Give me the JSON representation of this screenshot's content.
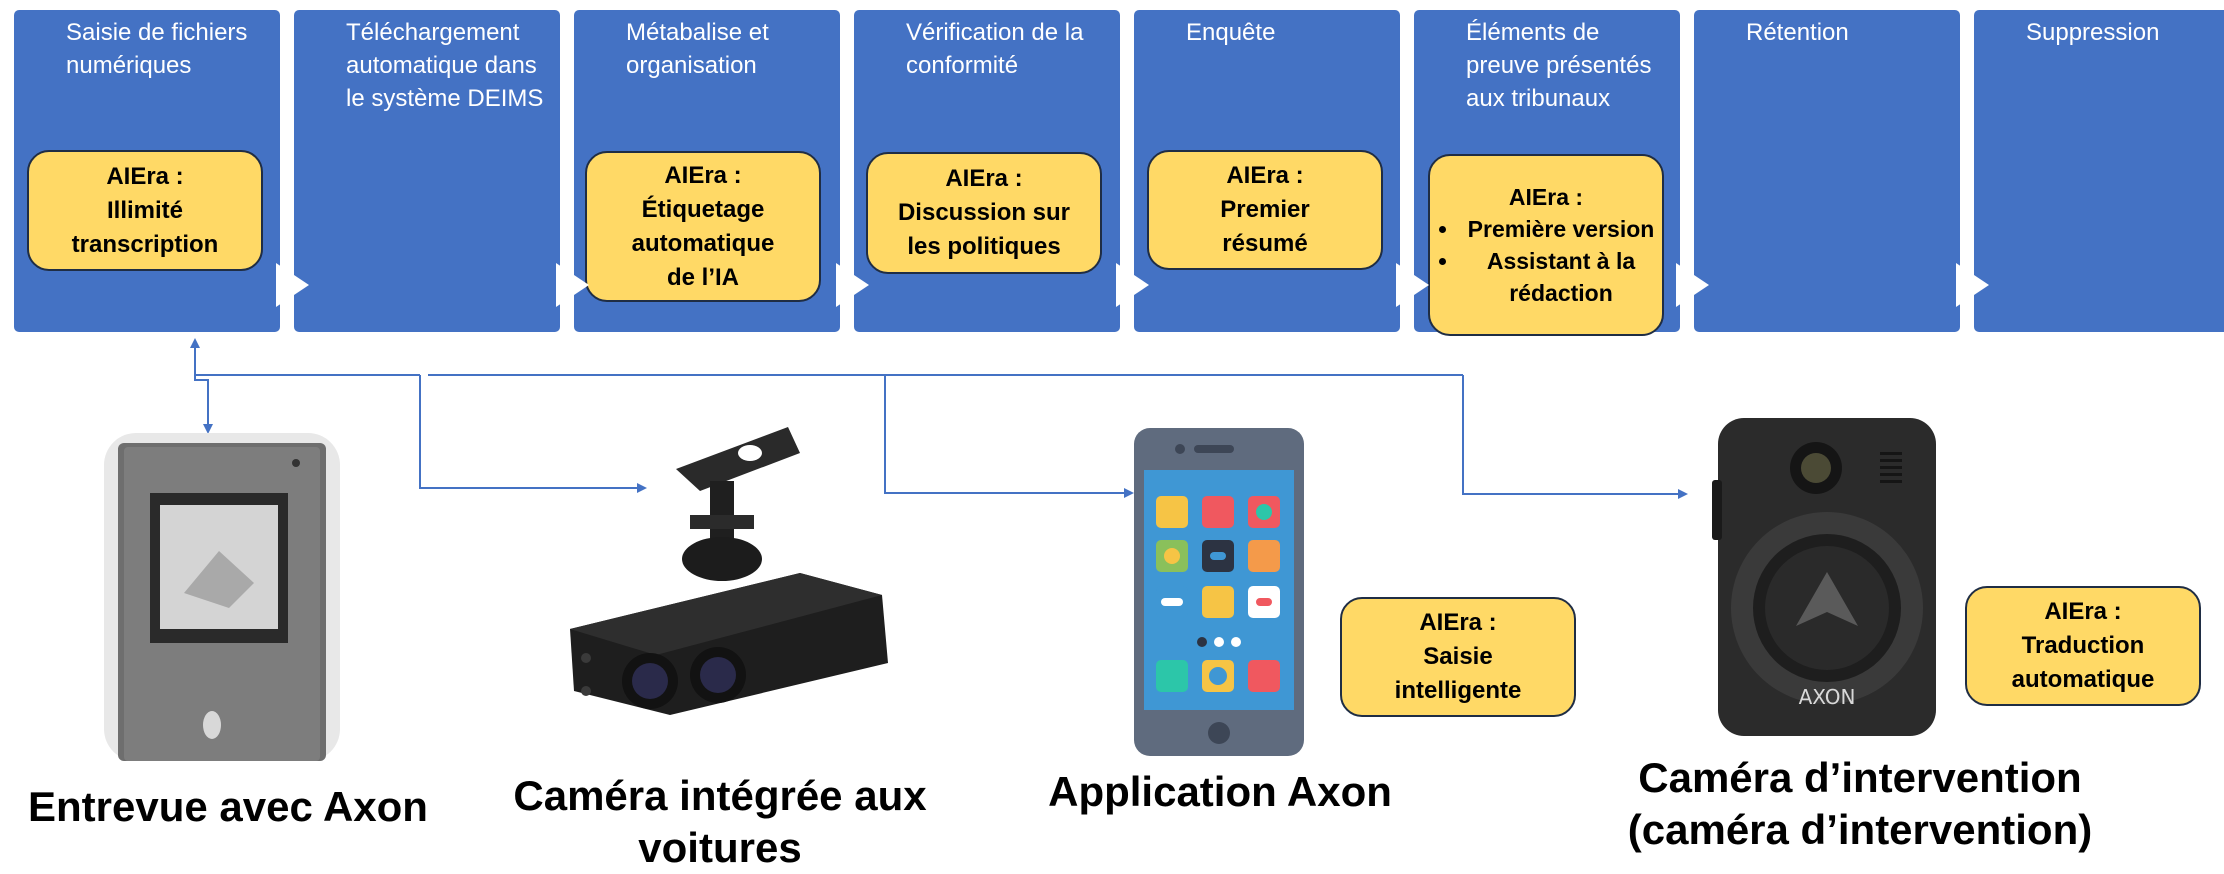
{
  "stages": [
    {
      "title": "Saisie de fichiers numériques",
      "ai_title": "AIEra :",
      "ai_lines": [
        "Illimité",
        "transcription"
      ]
    },
    {
      "title": "Téléchargement automatique dans le système DEIMS"
    },
    {
      "title": "Métabalise et organisation",
      "ai_title": "AIEra :",
      "ai_lines": [
        "Étiquetage",
        "automatique",
        "de l’IA"
      ]
    },
    {
      "title": "Vérification de la conformité",
      "ai_title": "AIEra :",
      "ai_lines": [
        "Discussion sur",
        "les politiques"
      ]
    },
    {
      "title": "Enquête",
      "ai_title": "AIEra :",
      "ai_lines": [
        "Premier",
        "résumé"
      ]
    },
    {
      "title": "Éléments de preuve présentés aux tribunaux",
      "ai_title": "AIEra :",
      "ai_bullets": [
        "Première version",
        "Assistant à la rédaction"
      ]
    },
    {
      "title": "Rétention"
    },
    {
      "title": "Suppression"
    }
  ],
  "devices": [
    {
      "label": "Entrevue avec Axon",
      "icon": "interview-device-icon"
    },
    {
      "label": "Caméra intégrée aux voitures",
      "icon": "dash-camera-icon"
    },
    {
      "label": "Application Axon",
      "icon": "smartphone-app-icon",
      "ai_title": "AIEra :",
      "ai_lines": [
        "Saisie",
        "intelligente"
      ]
    },
    {
      "label": "Caméra d’intervention (caméra d’intervention)",
      "icon": "body-camera-icon",
      "ai_title": "AIEra :",
      "ai_lines": [
        "Traduction",
        "automatique"
      ]
    }
  ],
  "device_brand": "AXON",
  "colors": {
    "stage": "#4472C4",
    "ai_box": "#FFD966",
    "connector": "#4472C4"
  }
}
